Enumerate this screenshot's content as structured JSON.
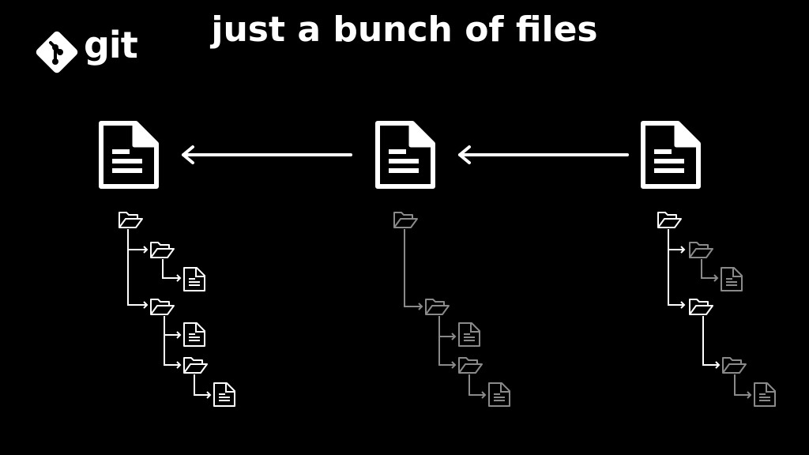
{
  "logo": {
    "text": "git",
    "icon": "git-diamond-icon"
  },
  "title": "just a bunch of files",
  "colors": {
    "background": "#000000",
    "active": "#ffffff",
    "inactive": "#8a8a8a"
  },
  "commits": [
    {
      "name": "commit-1",
      "tree": "full-tree"
    },
    {
      "name": "commit-2",
      "tree": "partial-tree"
    },
    {
      "name": "commit-3",
      "tree": "mixed-tree"
    }
  ]
}
